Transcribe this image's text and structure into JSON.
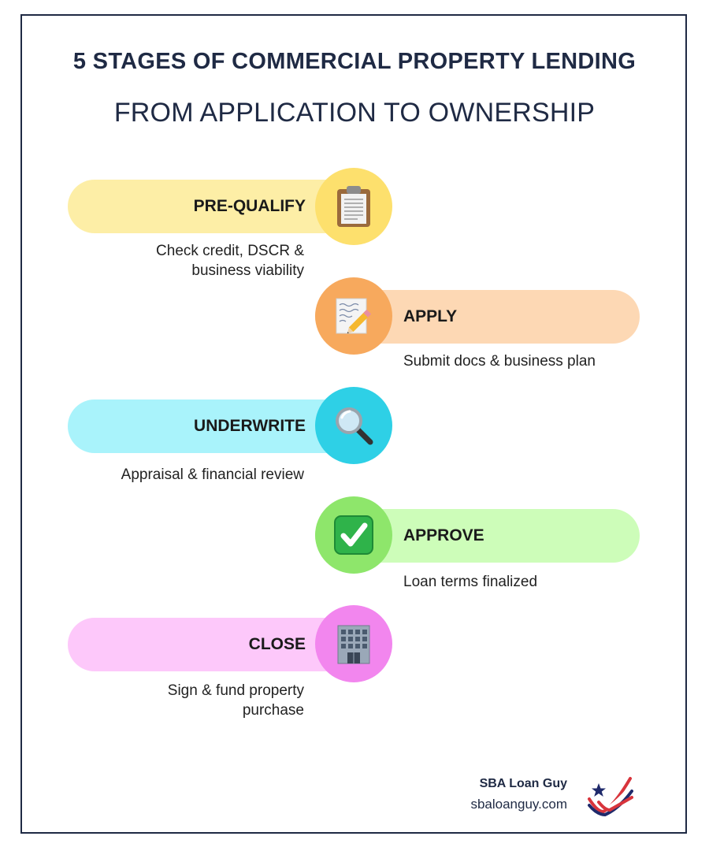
{
  "title": "5 STAGES OF COMMERCIAL PROPERTY LENDING",
  "subtitle": "FROM APPLICATION TO OWNERSHIP",
  "stages": [
    {
      "label": "PRE-QUALIFY",
      "description": "Check credit, DSCR & business viability",
      "icon": "clipboard-icon",
      "pill_color": "#fdeea6",
      "circle_color": "#fde06d"
    },
    {
      "label": "APPLY",
      "description": "Submit docs & business plan",
      "icon": "memo-pencil-icon",
      "pill_color": "#fdd8b4",
      "circle_color": "#f7a95d"
    },
    {
      "label": "UNDERWRITE",
      "description": "Appraisal & financial review",
      "icon": "magnifying-glass-icon",
      "pill_color": "#a9f3fb",
      "circle_color": "#2ed0e6"
    },
    {
      "label": "APPROVE",
      "description": "Loan terms finalized",
      "icon": "check-mark-icon",
      "pill_color": "#cdfdb9",
      "circle_color": "#8ee66b"
    },
    {
      "label": "CLOSE",
      "description": "Sign & fund property purchase",
      "icon": "office-building-icon",
      "pill_color": "#fdc8fa",
      "circle_color": "#f286ee"
    }
  ],
  "footer": {
    "brand": "SBA Loan Guy",
    "url": "sbaloanguy.com",
    "logo_icon": "flag-star-logo"
  }
}
